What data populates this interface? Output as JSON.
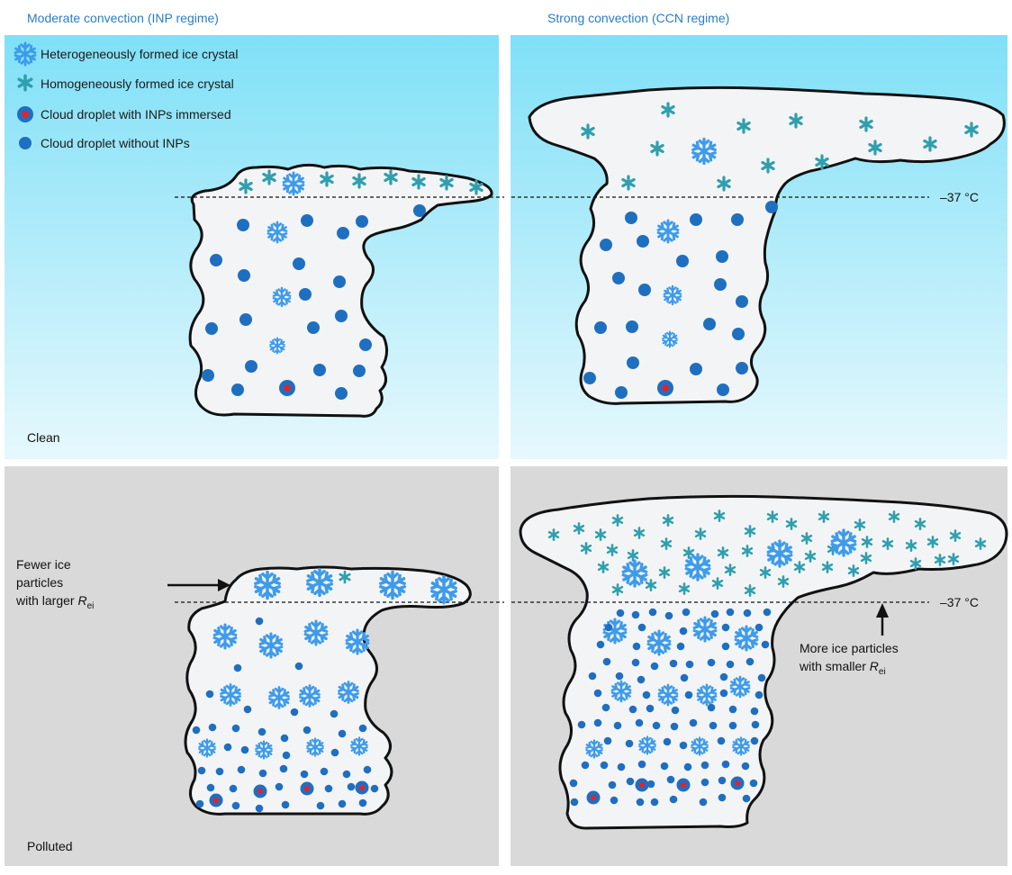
{
  "column_titles": {
    "left": "Moderate convection (INP regime)",
    "right": "Strong convection (CCN regime)"
  },
  "legend": {
    "heterogeneous_ice": "Heterogeneously formed ice crystal",
    "homogeneous_ice": "Homogeneously formed ice crystal",
    "droplet_with_inp": "Cloud droplet with INPs immersed",
    "droplet_without_inp": "Cloud droplet without INPs"
  },
  "row_labels": {
    "top": "Clean",
    "bottom": "Polluted"
  },
  "isotherm_label": "–37 °C",
  "annotations": {
    "fewer": {
      "line1": "Fewer ice",
      "line2": "particles",
      "line3_prefix": "with larger ",
      "symbol": "R",
      "subscript": "ei"
    },
    "more": {
      "line1": "More ice particles",
      "line2_prefix": "with smaller ",
      "symbol": "R",
      "subscript": "ei"
    }
  },
  "colors": {
    "clean_sky_top": "#7fe0f7",
    "clean_sky_bottom": "#e6f8fd",
    "polluted_background": "#d9d9d9",
    "heterogeneous_ice": "#3e9bea",
    "homogeneous_ice": "#2f9fae",
    "droplet": "#1f6fc1",
    "inp_core": "#e8202a"
  },
  "icons": {
    "heterogeneous_ice": "snowflake-icon",
    "homogeneous_ice": "asterisk-icon",
    "droplet_with_inp": "droplet-with-inp-icon",
    "droplet_without_inp": "droplet-icon"
  }
}
